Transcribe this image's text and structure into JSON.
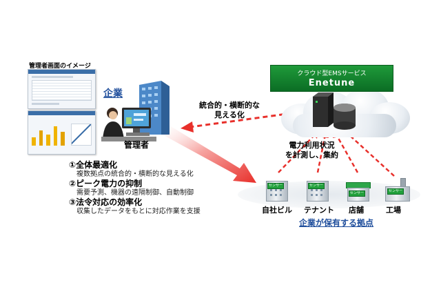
{
  "admin_screen": {
    "caption": "管理者画面のイメージ"
  },
  "enterprise": {
    "label": "企業",
    "admin_label": "管理者"
  },
  "cloud": {
    "service_line1": "クラウド型EMSサービス",
    "service_name": "Enetune"
  },
  "visualization_label": [
    "統合的・横断的な",
    "見える化"
  ],
  "measurement_label": [
    "電力利用状況",
    "を計測し、集約"
  ],
  "benefits": [
    {
      "title": "①全体最適化",
      "desc": "複数拠点の統合的・横断的な見える化"
    },
    {
      "title": "②ピーク電力の抑制",
      "desc": "需要予測、機器の遠隔制御、自動制御"
    },
    {
      "title": "③法令対応の効率化",
      "desc": "収集したデータをもとに対応作業を支援"
    }
  ],
  "sites": {
    "title": "企業が保有する拠点",
    "items": [
      {
        "label": "自社ビル",
        "sensor": "センサー"
      },
      {
        "label": "テナント",
        "sensor": "センサー"
      },
      {
        "label": "店舗",
        "sensor": "センサー"
      },
      {
        "label": "工場",
        "sensor": "センサー"
      }
    ]
  },
  "colors": {
    "arrow": "#e8302b",
    "green": "#138a30",
    "link_blue": "#1f4e9c"
  }
}
